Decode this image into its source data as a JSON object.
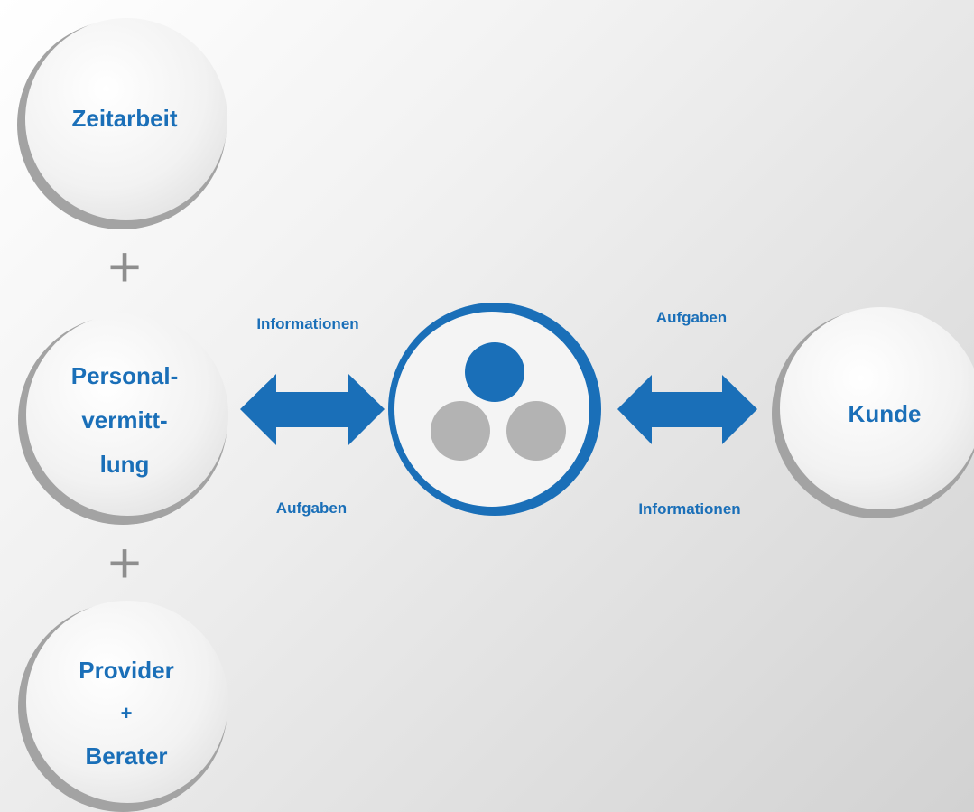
{
  "diagram": {
    "nodes": {
      "zeitarbeit": {
        "lines": [
          "Zeitarbeit"
        ]
      },
      "personalvermittlung": {
        "lines": [
          "Personal-",
          "vermitt-",
          "lung"
        ]
      },
      "provider": {
        "lines": [
          "Provider",
          "+",
          "Berater"
        ]
      },
      "kunde": {
        "lines": [
          "Kunde"
        ]
      }
    },
    "connectors": {
      "plus_top": "+",
      "plus_bottom": "+"
    },
    "flows": {
      "left_top": "Informationen",
      "left_bottom": "Aufgaben",
      "right_top": "Aufgaben",
      "right_bottom": "Informationen"
    },
    "colors": {
      "accent": "#1a6fb8",
      "ring": "#9a9a9a",
      "ring_light": "#e6e6e6",
      "plus": "#8e8e8e",
      "hub_grey": "#b3b3b3"
    }
  }
}
